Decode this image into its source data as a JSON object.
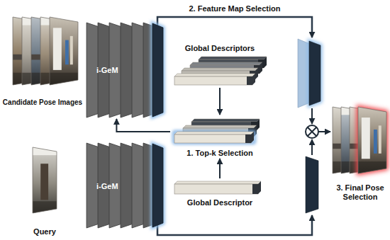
{
  "diagram": {
    "nodes": [
      {
        "text": [
          "Candidate Pose Images"
        ]
      },
      {
        "text": [
          "i-GeM"
        ]
      },
      {
        "text": [
          "Global Descriptors"
        ]
      },
      {
        "text": [
          "1. Top-k Selection"
        ]
      },
      {
        "text": [
          "Global Descriptor"
        ]
      },
      {
        "text": [
          "Query"
        ]
      },
      {
        "text": [
          "i-GeM"
        ]
      },
      {
        "text": [
          "3. Final Pose Selection"
        ]
      }
    ],
    "edges": [
      {
        "from": 2,
        "to": 3,
        "arrow": "to"
      },
      {
        "from": 4,
        "to": 3,
        "arrow": "to"
      },
      {
        "from": 3,
        "to": 1,
        "arrow": "to"
      }
    ],
    "labels": [
      "2. Feature Map Selection"
    ]
  }
}
